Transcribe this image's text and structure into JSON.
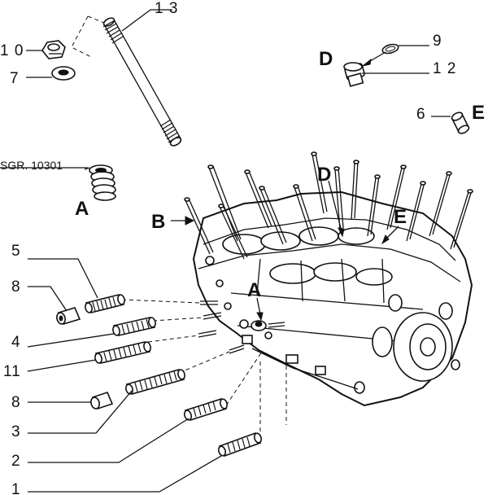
{
  "diagram": {
    "labels": {
      "l13": "1 3",
      "l10": "1 0",
      "l7": "7",
      "l9": "9",
      "l12": "1 2",
      "lD_top": "D",
      "l6": "6",
      "lE_top": "E",
      "sgr": "SGR. 10301",
      "lA_left": "A",
      "lB": "B",
      "lD_block": "D",
      "lE_block": "E",
      "lA_block": "A",
      "l5": "5",
      "l8a": "8",
      "l4": "4",
      "l11": "11",
      "l8b": "8",
      "l3": "3",
      "l2": "2",
      "l1": "1"
    }
  }
}
